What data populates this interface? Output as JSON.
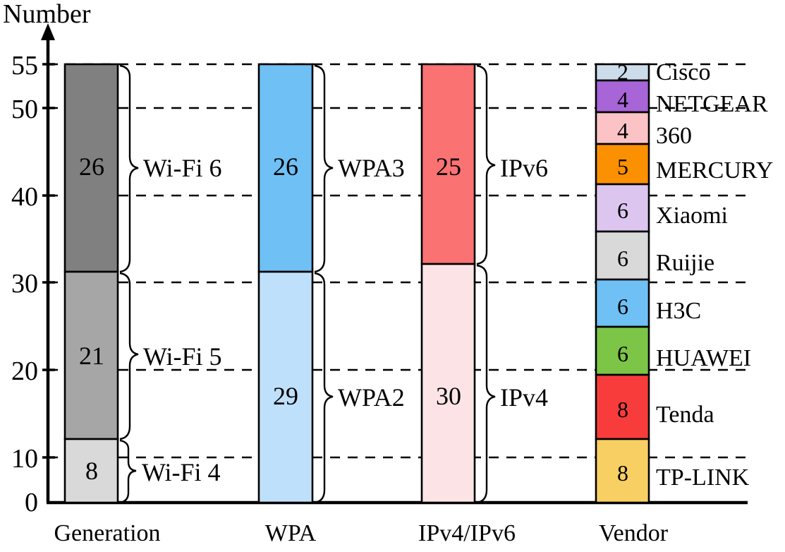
{
  "chart_data": {
    "type": "bar",
    "subtype": "stacked-bar",
    "title": "",
    "xlabel": "",
    "ylabel": "Number",
    "ylim": [
      0,
      55
    ],
    "yticks": [
      0,
      10,
      20,
      30,
      40,
      50,
      55
    ],
    "ytick_labels": [
      "0",
      "10",
      "20",
      "30",
      "40",
      "50",
      "55"
    ],
    "grid": "horizontal-dashed",
    "legend": "inline-stack-right",
    "categories": [
      "Generation",
      "WPA",
      "IPv4/IPv6",
      "Vendor"
    ],
    "stacks": [
      {
        "category": "Generation",
        "segments": [
          {
            "label": "Wi-Fi 4",
            "value": 8,
            "color": "#d9d9d9"
          },
          {
            "label": "Wi-Fi 5",
            "value": 21,
            "color": "#a6a6a6"
          },
          {
            "label": "Wi-Fi 6",
            "value": 26,
            "color": "#808080"
          }
        ],
        "total": 55
      },
      {
        "category": "WPA",
        "segments": [
          {
            "label": "WPA2",
            "value": 29,
            "color": "#bfe0fa"
          },
          {
            "label": "WPA3",
            "value": 26,
            "color": "#6fc0f5"
          }
        ],
        "total": 55
      },
      {
        "category": "IPv4/IPv6",
        "segments": [
          {
            "label": "IPv4",
            "value": 30,
            "color": "#fce4e6"
          },
          {
            "label": "IPv6",
            "value": 25,
            "color": "#fa7272"
          }
        ],
        "total": 55
      },
      {
        "category": "Vendor",
        "segments": [
          {
            "label": "TP-LINK",
            "value": 8,
            "color": "#f8cf63"
          },
          {
            "label": "Tenda",
            "value": 8,
            "color": "#f83c3c"
          },
          {
            "label": "HUAWEI",
            "value": 6,
            "color": "#7cc546"
          },
          {
            "label": "H3C",
            "value": 6,
            "color": "#6fc0f5"
          },
          {
            "label": "Ruijie",
            "value": 6,
            "color": "#d9d9d9"
          },
          {
            "label": "Xiaomi",
            "value": 6,
            "color": "#dcc6f0"
          },
          {
            "label": "MERCURY",
            "value": 5,
            "color": "#fb9000"
          },
          {
            "label": "360",
            "value": 4,
            "color": "#fcc3c6"
          },
          {
            "label": "NETGEAR",
            "value": 4,
            "color": "#a765d8"
          },
          {
            "label": "Cisco",
            "value": 2,
            "color": "#ccdcea"
          }
        ],
        "total": 55
      }
    ]
  },
  "axis": {
    "y_title": "Number",
    "ticks": [
      {
        "value": 55,
        "label": "55"
      },
      {
        "value": 50,
        "label": "50"
      },
      {
        "value": 40,
        "label": "40"
      },
      {
        "value": 30,
        "label": "30"
      },
      {
        "value": 20,
        "label": "20"
      },
      {
        "value": 10,
        "label": "10"
      },
      {
        "value": 0,
        "label": "0"
      }
    ]
  },
  "categories": {
    "generation": "Generation",
    "wpa": "WPA",
    "ipv": "IPv4/IPv6",
    "vendor": "Vendor"
  },
  "bar_generation": {
    "seg_top_value": "26",
    "seg_mid_value": "21",
    "seg_bot_value": "8",
    "seg_top_label": "Wi-Fi 6",
    "seg_mid_label": "Wi-Fi 5",
    "seg_bot_label": "Wi-Fi 4"
  },
  "bar_wpa": {
    "seg_top_value": "26",
    "seg_bot_value": "29",
    "seg_top_label": "WPA3",
    "seg_bot_label": "WPA2"
  },
  "bar_ipv": {
    "seg_top_value": "25",
    "seg_bot_value": "30",
    "seg_top_label": "IPv6",
    "seg_bot_label": "IPv4"
  },
  "bar_vendor": {
    "v_cisco": "2",
    "v_netgear": "4",
    "v_360": "4",
    "v_mercury": "5",
    "v_xiaomi": "6",
    "v_ruijie": "6",
    "v_h3c": "6",
    "v_huawei": "6",
    "v_tenda": "8",
    "v_tplink": "8",
    "l_cisco": "Cisco",
    "l_netgear": "NETGEAR",
    "l_360": "360",
    "l_mercury": "MERCURY",
    "l_xiaomi": "Xiaomi",
    "l_ruijie": "Ruijie",
    "l_h3c": "H3C",
    "l_huawei": "HUAWEI",
    "l_tenda": "Tenda",
    "l_tplink": "TP-LINK"
  },
  "colors": {
    "wifi6": "#808080",
    "wifi5": "#a6a6a6",
    "wifi4": "#d9d9d9",
    "wpa3": "#6fc0f5",
    "wpa2": "#bfe0fa",
    "ipv6": "#fa7272",
    "ipv4": "#fce4e6",
    "cisco": "#ccdcea",
    "netgear": "#a765d8",
    "v360": "#fcc3c6",
    "mercury": "#fb9000",
    "xiaomi": "#dcc6f0",
    "ruijie": "#d9d9d9",
    "h3c": "#6fc0f5",
    "huawei": "#7cc546",
    "tenda": "#f83c3c",
    "tplink": "#f8cf63",
    "axis": "#000000"
  }
}
